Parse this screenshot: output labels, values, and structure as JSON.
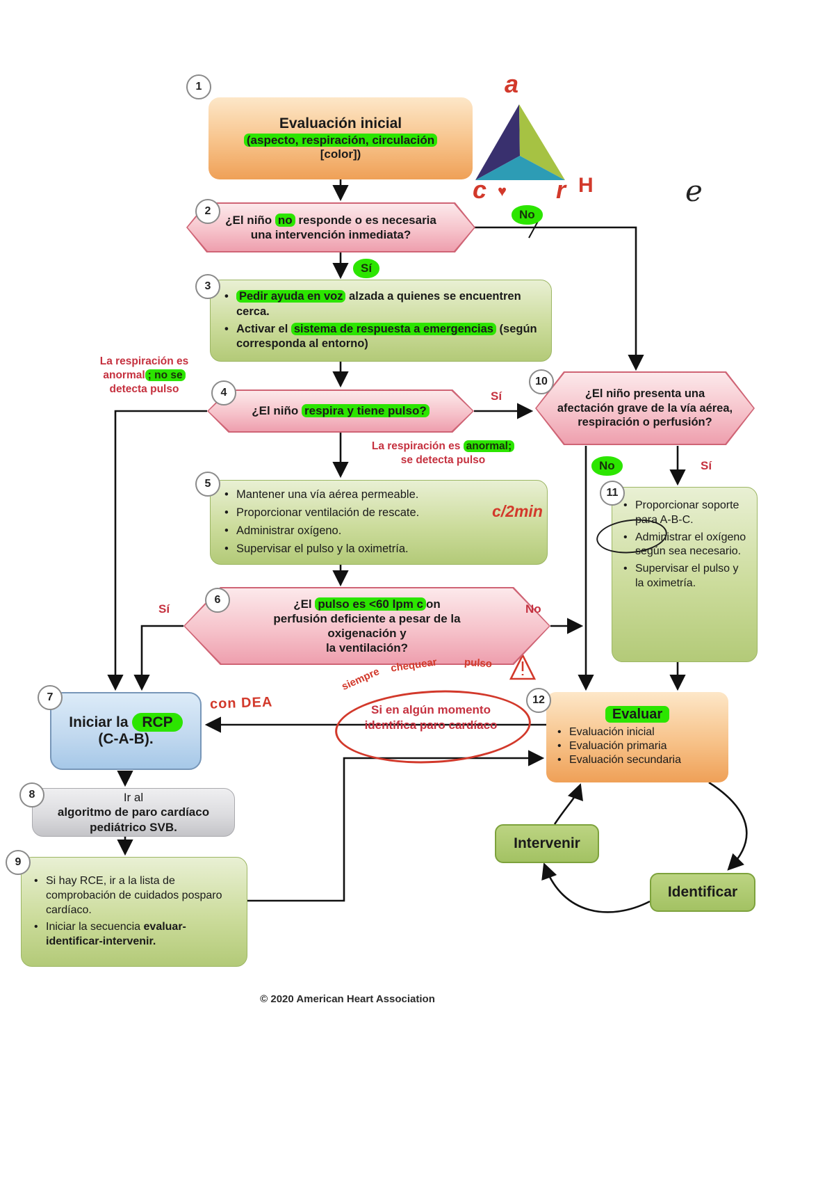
{
  "colors": {
    "highlight": "#2ce500",
    "printed_red": "#c5313f",
    "hand_red": "#d2392b",
    "triangle_left": "#39306e",
    "triangle_right": "#a6c243",
    "triangle_bottom": "#2d9cb5"
  },
  "footer": {
    "copyright": "© 2020 American Heart Association"
  },
  "triangle": {
    "hand_top": "a",
    "hand_bottom_left": "c",
    "hand_heart": "♥",
    "hand_bottom_right": "r",
    "hand_h": "H",
    "hand_far_right": "e"
  },
  "nodes": {
    "n1": {
      "num": "1",
      "title": "Evaluación inicial",
      "sub_hl": "(aspecto, respiración, circulación",
      "sub2": "[color])"
    },
    "n2": {
      "num": "2",
      "l1_pre": "¿El niño ",
      "l1_hl": "no",
      "l1_post": " responde o es necesaria",
      "l2": "una intervención inmediata?"
    },
    "n3": {
      "num": "3",
      "b1_hl": "Pedir ayuda en voz",
      "b1_post": " alzada a quienes se encuentren cerca.",
      "b2_pre": "Activar el ",
      "b2_hl": "sistema de respuesta a emergencias",
      "b2_post": " (según corresponda al entorno)"
    },
    "n4": {
      "num": "4",
      "pre": "¿El niño ",
      "hl": "respira y tiene pulso?"
    },
    "n5": {
      "num": "5",
      "bullets": [
        "Mantener una vía aérea permeable.",
        "Proporcionar ventilación de rescate.",
        "Administrar oxígeno.",
        "Supervisar el pulso y la oximetría."
      ],
      "hand_note": "c/2min"
    },
    "n6": {
      "num": "6",
      "l1_pre": "¿El ",
      "l1_hl": "pulso es <60 lpm c",
      "l1_post": "on",
      "l2": "perfusión deficiente a pesar de la",
      "l3": "oxigenación y",
      "l4": "la ventilación?"
    },
    "n7": {
      "num": "7",
      "l1_pre": "Iniciar la ",
      "l1_hl": "RCP",
      "l2": "(C-A-B).",
      "hand_note": "con DEA"
    },
    "n8": {
      "num": "8",
      "l1": "Ir al",
      "l2": "algoritmo de paro cardíaco",
      "l3": "pediátrico SVB."
    },
    "n9": {
      "num": "9",
      "b1": "Si hay RCE, ir a la lista de comprobación de cuidados posparo cardíaco.",
      "b2_pre": "Iniciar la secuencia ",
      "b2_bold": "evaluar-identificar-intervenir."
    },
    "n10": {
      "num": "10",
      "l1": "¿El niño presenta una",
      "l2": "afectación grave de la vía aérea,",
      "l3": "respiración o perfusión?"
    },
    "n11": {
      "num": "11",
      "b1_pre": "Proporcionar soporte para ",
      "b1_circled": "A-B-C.",
      "b2": "Administrar el oxígeno según sea necesario.",
      "b3": "Supervisar el pulso y la oximetría."
    },
    "n12": {
      "num": "12",
      "title": "Evaluar",
      "bullets": [
        "Evaluación inicial",
        "Evaluación primaria",
        "Evaluación secundaria"
      ]
    }
  },
  "labels": {
    "no2": "No",
    "si2": "Sí",
    "si4": "Sí",
    "si6": "Sí",
    "no6": "No",
    "no10": "No",
    "si10": "Sí",
    "resp_left": {
      "l1": "La respiración es",
      "l2_pre": "anormal",
      "l2_hl": "; no se",
      "l3": "detecta pulso"
    },
    "resp_mid": {
      "l1_pre": "La respiración es ",
      "l1_hl": "anormal;",
      "l2": "se detecta pulso"
    }
  },
  "cycle": {
    "intervenir": "Intervenir",
    "identificar": "Identificar"
  },
  "callout": {
    "hand_arc_1": "siempre",
    "hand_arc_2": "chequear",
    "hand_arc_3": "pulso",
    "l1": "Si en algún momento",
    "l2": "identifica paro cardíaco"
  }
}
